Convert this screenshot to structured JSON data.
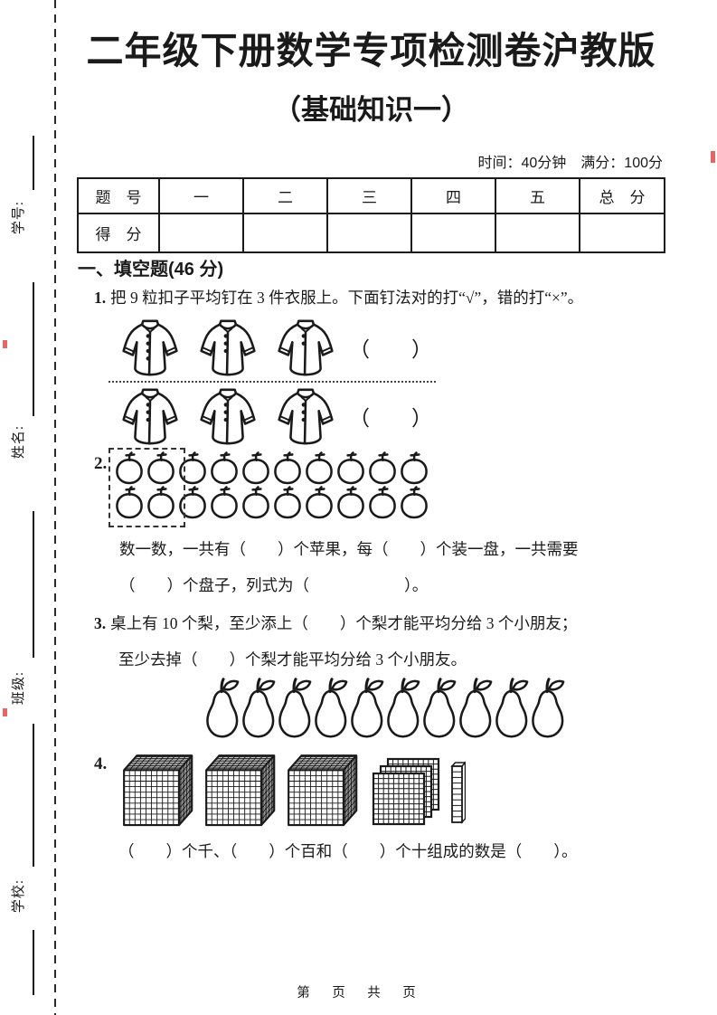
{
  "header": {
    "title": "二年级下册数学专项检测卷沪教版",
    "subtitle": "（基础知识一）",
    "meta": "时间：40分钟　满分：100分"
  },
  "sidebar": {
    "labels": [
      "学号:",
      "姓名:",
      "班级:",
      "学校:"
    ]
  },
  "score_table": {
    "header_row": [
      "题　号",
      "一",
      "二",
      "三",
      "四",
      "五",
      "总　分"
    ],
    "score_row_label": "得　分"
  },
  "section_heading": "一、填空题(46 分)",
  "questions": {
    "q1": {
      "number": "1.",
      "text": "把 9 粒扣子平均钉在 3 件衣服上。下面钉法对的打“√”，错的打“×”。",
      "rows": [
        {
          "button_counts": [
            4,
            3,
            2
          ],
          "bracket": "（　　）"
        },
        {
          "button_counts": [
            3,
            3,
            3
          ],
          "bracket": "（　　）"
        }
      ]
    },
    "q2": {
      "number": "2.",
      "figure": {
        "rows": 2,
        "cols": 10,
        "boxed_cols": 2
      },
      "line1": "数一数，一共有（　　）个苹果，每（　　）个装一盘，一共需要",
      "line2": "（　　）个盘子，列式为（　　　　　　）。"
    },
    "q3": {
      "number": "3.",
      "line1": "桌上有 10 个梨，至少添上（　　）个梨才能平均分给 3 个小朋友；",
      "line2": "至少去掉（　　）个梨才能平均分给 3 个小朋友。",
      "pear_count": 10
    },
    "q4": {
      "number": "4.",
      "figure": {
        "thousand_cubes": 3,
        "hundred_flats": 3,
        "ten_rods": 1
      },
      "text": "（　　）个千、（　　）个百和（　　）个十组成的数是（　　）。"
    }
  },
  "footer": {
    "text": "第　页　共　页"
  },
  "colors": {
    "ink": "#1a1a1a",
    "accent_red": "#e03131"
  }
}
